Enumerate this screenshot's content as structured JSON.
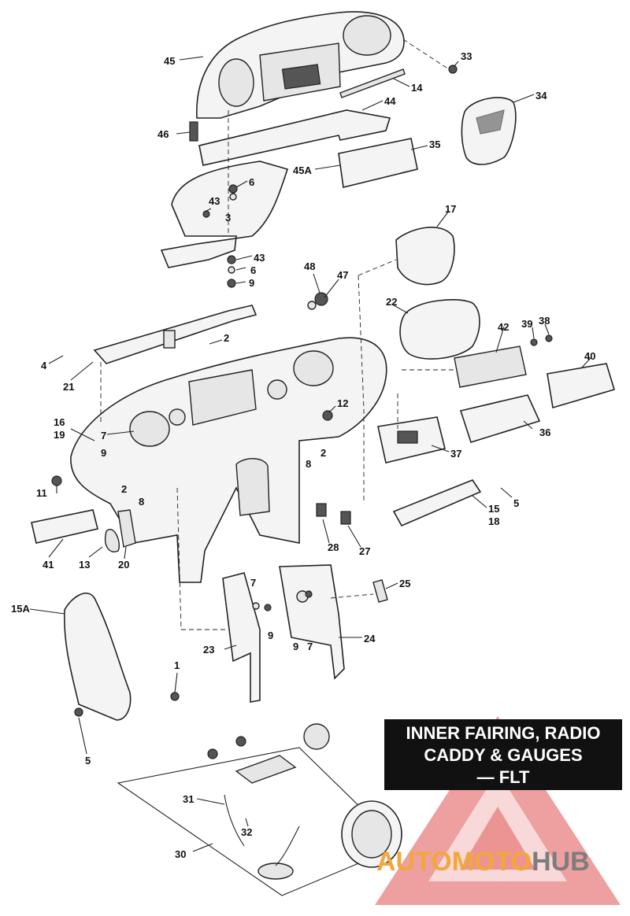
{
  "title": {
    "line1": "INNER FAIRING, RADIO",
    "line2": "CADDY & GAUGES",
    "line3": "— FLT"
  },
  "watermark": {
    "part1": "AUTOMOTO",
    "part2": "HUB",
    "color_primary": "#f2a73a",
    "color_secondary": "#7d7d7d",
    "triangle_color": "#e05050"
  },
  "callouts": [
    {
      "id": "45",
      "label": "45"
    },
    {
      "id": "33",
      "label": "33"
    },
    {
      "id": "14",
      "label": "14"
    },
    {
      "id": "44",
      "label": "44"
    },
    {
      "id": "34",
      "label": "34"
    },
    {
      "id": "46",
      "label": "46"
    },
    {
      "id": "35",
      "label": "35"
    },
    {
      "id": "45A",
      "label": "45A"
    },
    {
      "id": "6a",
      "label": "6"
    },
    {
      "id": "43a",
      "label": "43"
    },
    {
      "id": "3",
      "label": "3"
    },
    {
      "id": "17",
      "label": "17"
    },
    {
      "id": "43b",
      "label": "43"
    },
    {
      "id": "6b",
      "label": "6"
    },
    {
      "id": "9a",
      "label": "9"
    },
    {
      "id": "48",
      "label": "48"
    },
    {
      "id": "47",
      "label": "47"
    },
    {
      "id": "22",
      "label": "22"
    },
    {
      "id": "39",
      "label": "39"
    },
    {
      "id": "38",
      "label": "38"
    },
    {
      "id": "42",
      "label": "42"
    },
    {
      "id": "40",
      "label": "40"
    },
    {
      "id": "2a",
      "label": "2"
    },
    {
      "id": "4",
      "label": "4"
    },
    {
      "id": "21",
      "label": "21"
    },
    {
      "id": "12",
      "label": "12"
    },
    {
      "id": "16",
      "label": "16"
    },
    {
      "id": "19",
      "label": "19"
    },
    {
      "id": "7a",
      "label": "7"
    },
    {
      "id": "9b",
      "label": "9"
    },
    {
      "id": "36",
      "label": "36"
    },
    {
      "id": "2b",
      "label": "2"
    },
    {
      "id": "8a",
      "label": "8"
    },
    {
      "id": "37",
      "label": "37"
    },
    {
      "id": "11",
      "label": "11"
    },
    {
      "id": "2c",
      "label": "2"
    },
    {
      "id": "8b",
      "label": "8"
    },
    {
      "id": "5a",
      "label": "5"
    },
    {
      "id": "15",
      "label": "15"
    },
    {
      "id": "18",
      "label": "18"
    },
    {
      "id": "41",
      "label": "41"
    },
    {
      "id": "13",
      "label": "13"
    },
    {
      "id": "20",
      "label": "20"
    },
    {
      "id": "28",
      "label": "28"
    },
    {
      "id": "27",
      "label": "27"
    },
    {
      "id": "25",
      "label": "25"
    },
    {
      "id": "15A",
      "label": "15A"
    },
    {
      "id": "7b",
      "label": "7"
    },
    {
      "id": "9c",
      "label": "9"
    },
    {
      "id": "9d",
      "label": "9"
    },
    {
      "id": "7c",
      "label": "7"
    },
    {
      "id": "23",
      "label": "23"
    },
    {
      "id": "24",
      "label": "24"
    },
    {
      "id": "1",
      "label": "1"
    },
    {
      "id": "5b",
      "label": "5"
    },
    {
      "id": "31",
      "label": "31"
    },
    {
      "id": "32",
      "label": "32"
    },
    {
      "id": "30",
      "label": "30"
    }
  ]
}
